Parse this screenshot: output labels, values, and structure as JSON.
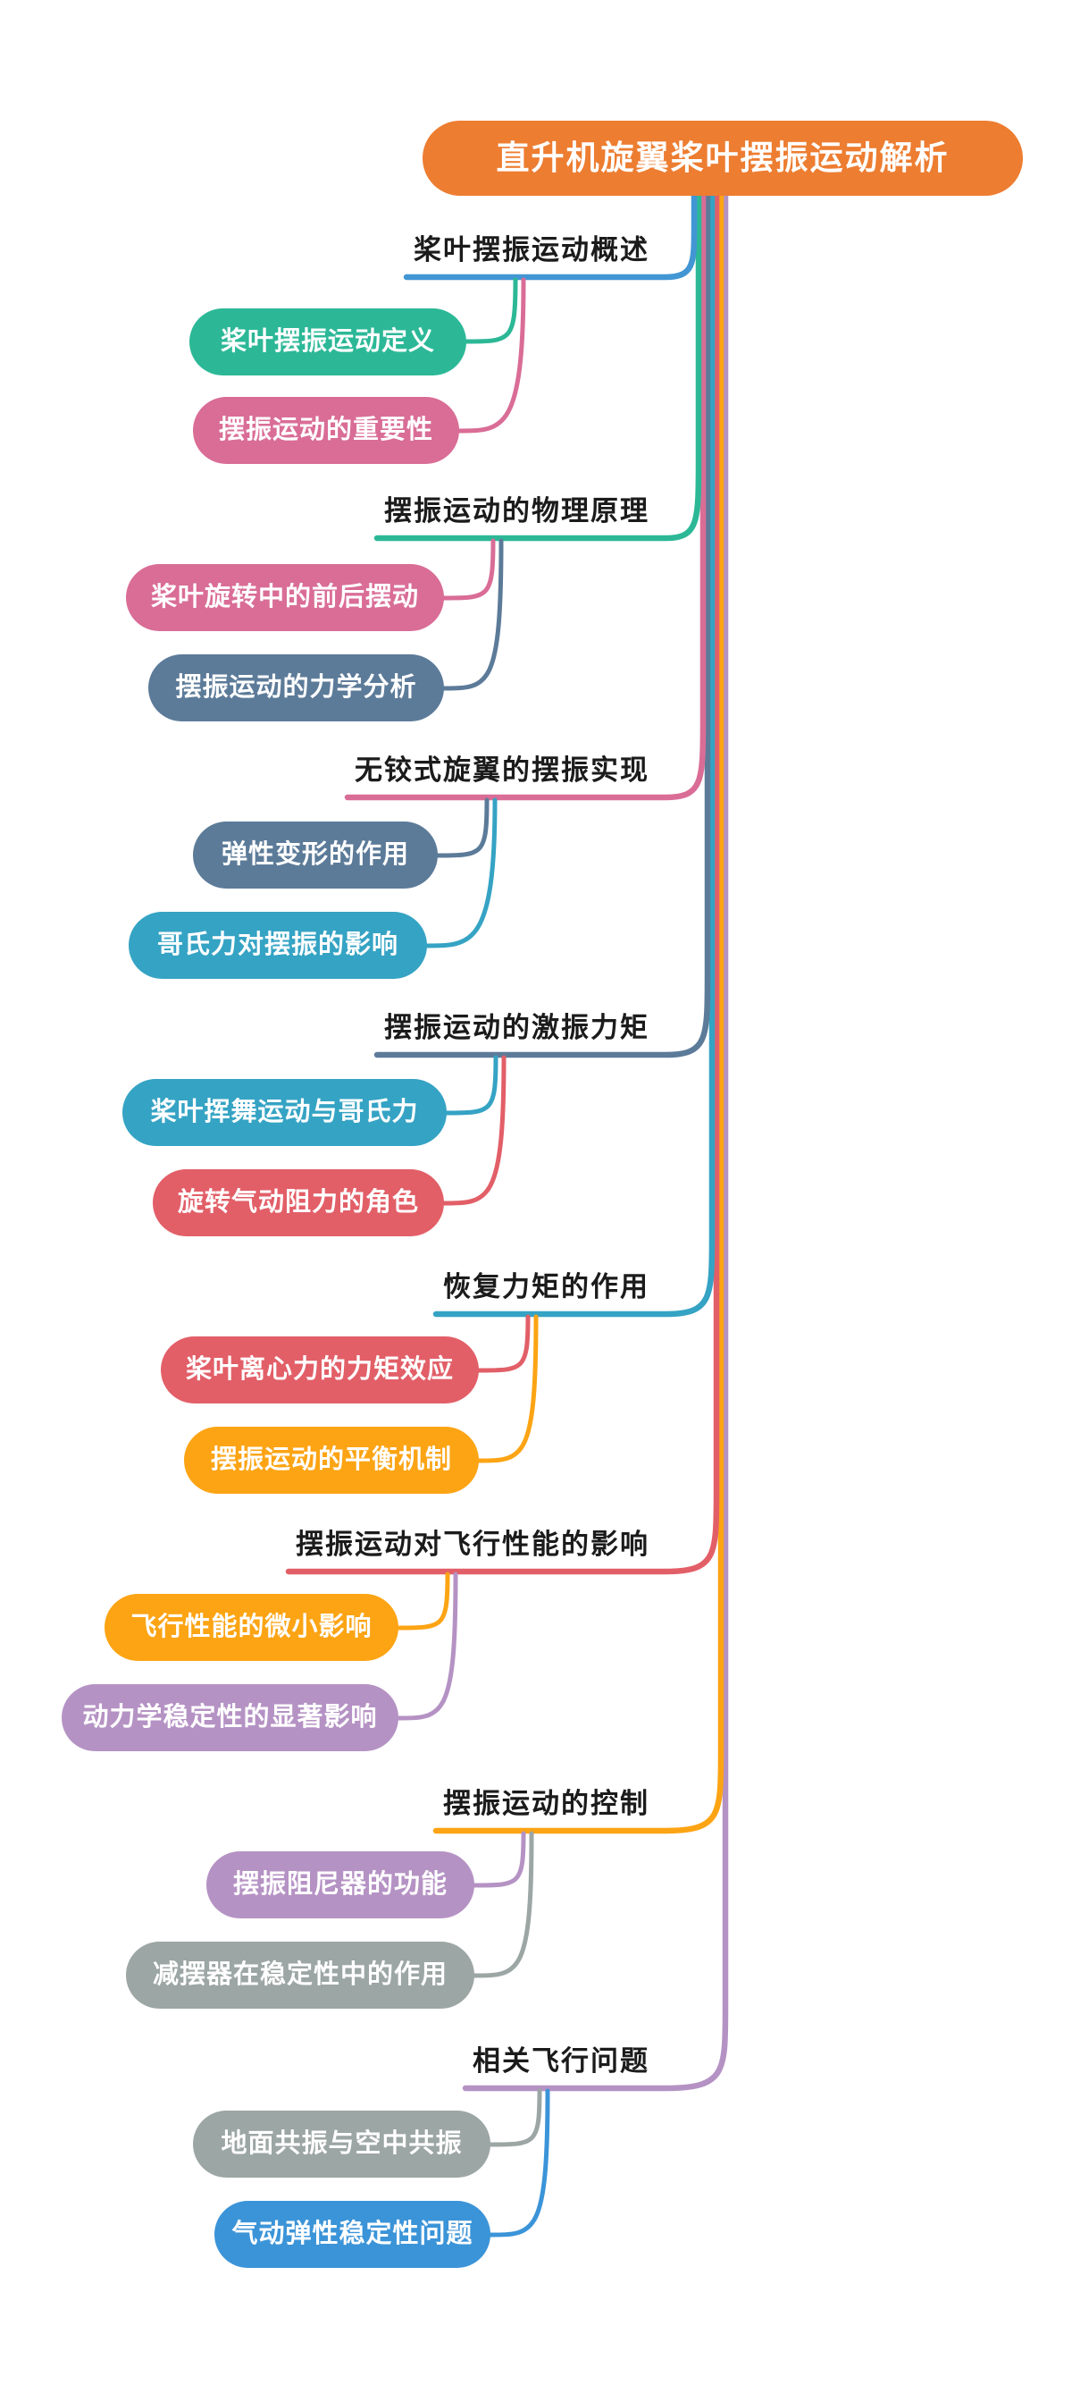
{
  "root": {
    "label": "直升机旋翼桨叶摆振运动解析",
    "color": "#ED7D31",
    "text_color": "#FFFFFF"
  },
  "palette": {
    "blue": "#4296D4",
    "teal": "#2CB897",
    "pink": "#D96D96",
    "slate": "#5C7B99",
    "cyan": "#35A3C4",
    "coral": "#E25F68",
    "amber": "#FCA414",
    "purple": "#B592C4",
    "gray": "#9CA6A4",
    "azure": "#3B94D8",
    "heading_text": "#1B1B1B",
    "background": "#FFFFFF"
  },
  "branches": [
    {
      "title": "桨叶摆振运动概述",
      "color": "#4296D4",
      "children": [
        {
          "label": "桨叶摆振运动定义",
          "color": "#2CB897"
        },
        {
          "label": "摆振运动的重要性",
          "color": "#D96D96"
        }
      ]
    },
    {
      "title": "摆振运动的物理原理",
      "color": "#2CB897",
      "children": [
        {
          "label": "桨叶旋转中的前后摆动",
          "color": "#D96D96"
        },
        {
          "label": "摆振运动的力学分析",
          "color": "#5C7B99"
        }
      ]
    },
    {
      "title": "无铰式旋翼的摆振实现",
      "color": "#D96D96",
      "children": [
        {
          "label": "弹性变形的作用",
          "color": "#5C7B99"
        },
        {
          "label": "哥氏力对摆振的影响",
          "color": "#35A3C4"
        }
      ]
    },
    {
      "title": "摆振运动的激振力矩",
      "color": "#5C7B99",
      "children": [
        {
          "label": "桨叶挥舞运动与哥氏力",
          "color": "#35A3C4"
        },
        {
          "label": "旋转气动阻力的角色",
          "color": "#E25F68"
        }
      ]
    },
    {
      "title": "恢复力矩的作用",
      "color": "#35A3C4",
      "children": [
        {
          "label": "桨叶离心力的力矩效应",
          "color": "#E25F68"
        },
        {
          "label": "摆振运动的平衡机制",
          "color": "#FCA414"
        }
      ]
    },
    {
      "title": "摆振运动对飞行性能的影响",
      "color": "#E25F68",
      "children": [
        {
          "label": "飞行性能的微小影响",
          "color": "#FCA414"
        },
        {
          "label": "动力学稳定性的显著影响",
          "color": "#B592C4"
        }
      ]
    },
    {
      "title": "摆振运动的控制",
      "color": "#FCA414",
      "children": [
        {
          "label": "摆振阻尼器的功能",
          "color": "#B592C4"
        },
        {
          "label": "减摆器在稳定性中的作用",
          "color": "#9CA6A4"
        }
      ]
    },
    {
      "title": "相关飞行问题",
      "color": "#B592C4",
      "children": [
        {
          "label": "地面共振与空中共振",
          "color": "#9CA6A4"
        },
        {
          "label": "气动弹性稳定性问题",
          "color": "#3B94D8"
        }
      ]
    }
  ]
}
